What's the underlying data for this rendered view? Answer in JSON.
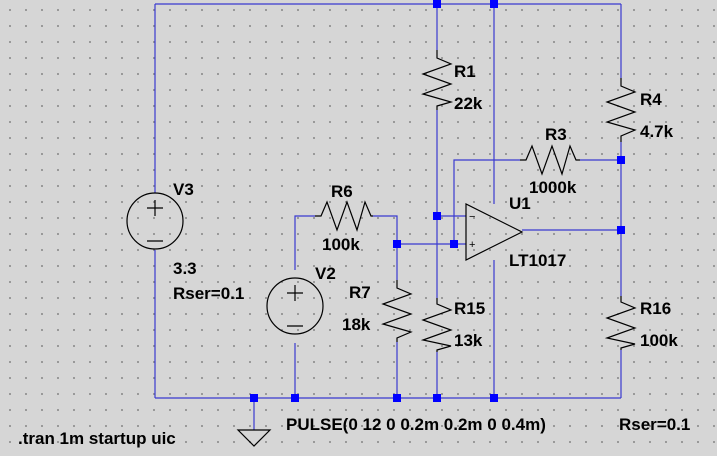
{
  "components": {
    "V3": {
      "name": "V3",
      "value": "3.3",
      "param": "Rser=0.1"
    },
    "V2": {
      "name": "V2",
      "value": "PULSE(0 12 0 0.2m 0.2m 0 0.4m)",
      "param": "Rser=0.1"
    },
    "R1": {
      "name": "R1",
      "value": "22k"
    },
    "R3": {
      "name": "R3",
      "value": "1000k"
    },
    "R4": {
      "name": "R4",
      "value": "4.7k"
    },
    "R6": {
      "name": "R6",
      "value": "100k"
    },
    "R7": {
      "name": "R7",
      "value": "18k"
    },
    "R15": {
      "name": "R15",
      "value": "13k"
    },
    "R16": {
      "name": "R16",
      "value": "100k"
    },
    "U1": {
      "name": "U1",
      "value": "LT1017",
      "pin_minus": "−",
      "pin_plus": "+"
    }
  },
  "directive": ".tran 1m startup uic",
  "colors": {
    "wire": "#3a3ad0",
    "node": "#0000ff",
    "component": "#000000",
    "background": "#d6d6d6"
  }
}
